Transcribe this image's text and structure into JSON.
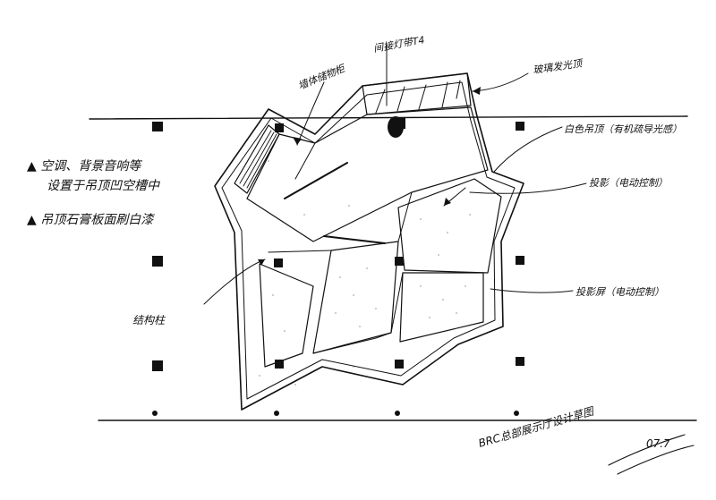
{
  "annotations": {
    "left_note_1_line1": "▲ 空调、背景音响等",
    "left_note_1_line2": "设置于吊顶凹空槽中",
    "left_note_2": "▲ 吊顶石膏板面刷白漆",
    "label_storage_wall": "墙体储物柜",
    "label_light_strip": "间接灯带T4",
    "label_glass_ceiling": "玻璃发光顶",
    "label_white_ceiling": "白色吊顶（有机疏导光感）",
    "label_projection_1": "投影（电动控制）",
    "label_projection_2": "投影屏（电动控制）",
    "label_column": "结构柱",
    "footer_title": "BRC总部展示厅设计草图",
    "footer_date": "07.7"
  }
}
